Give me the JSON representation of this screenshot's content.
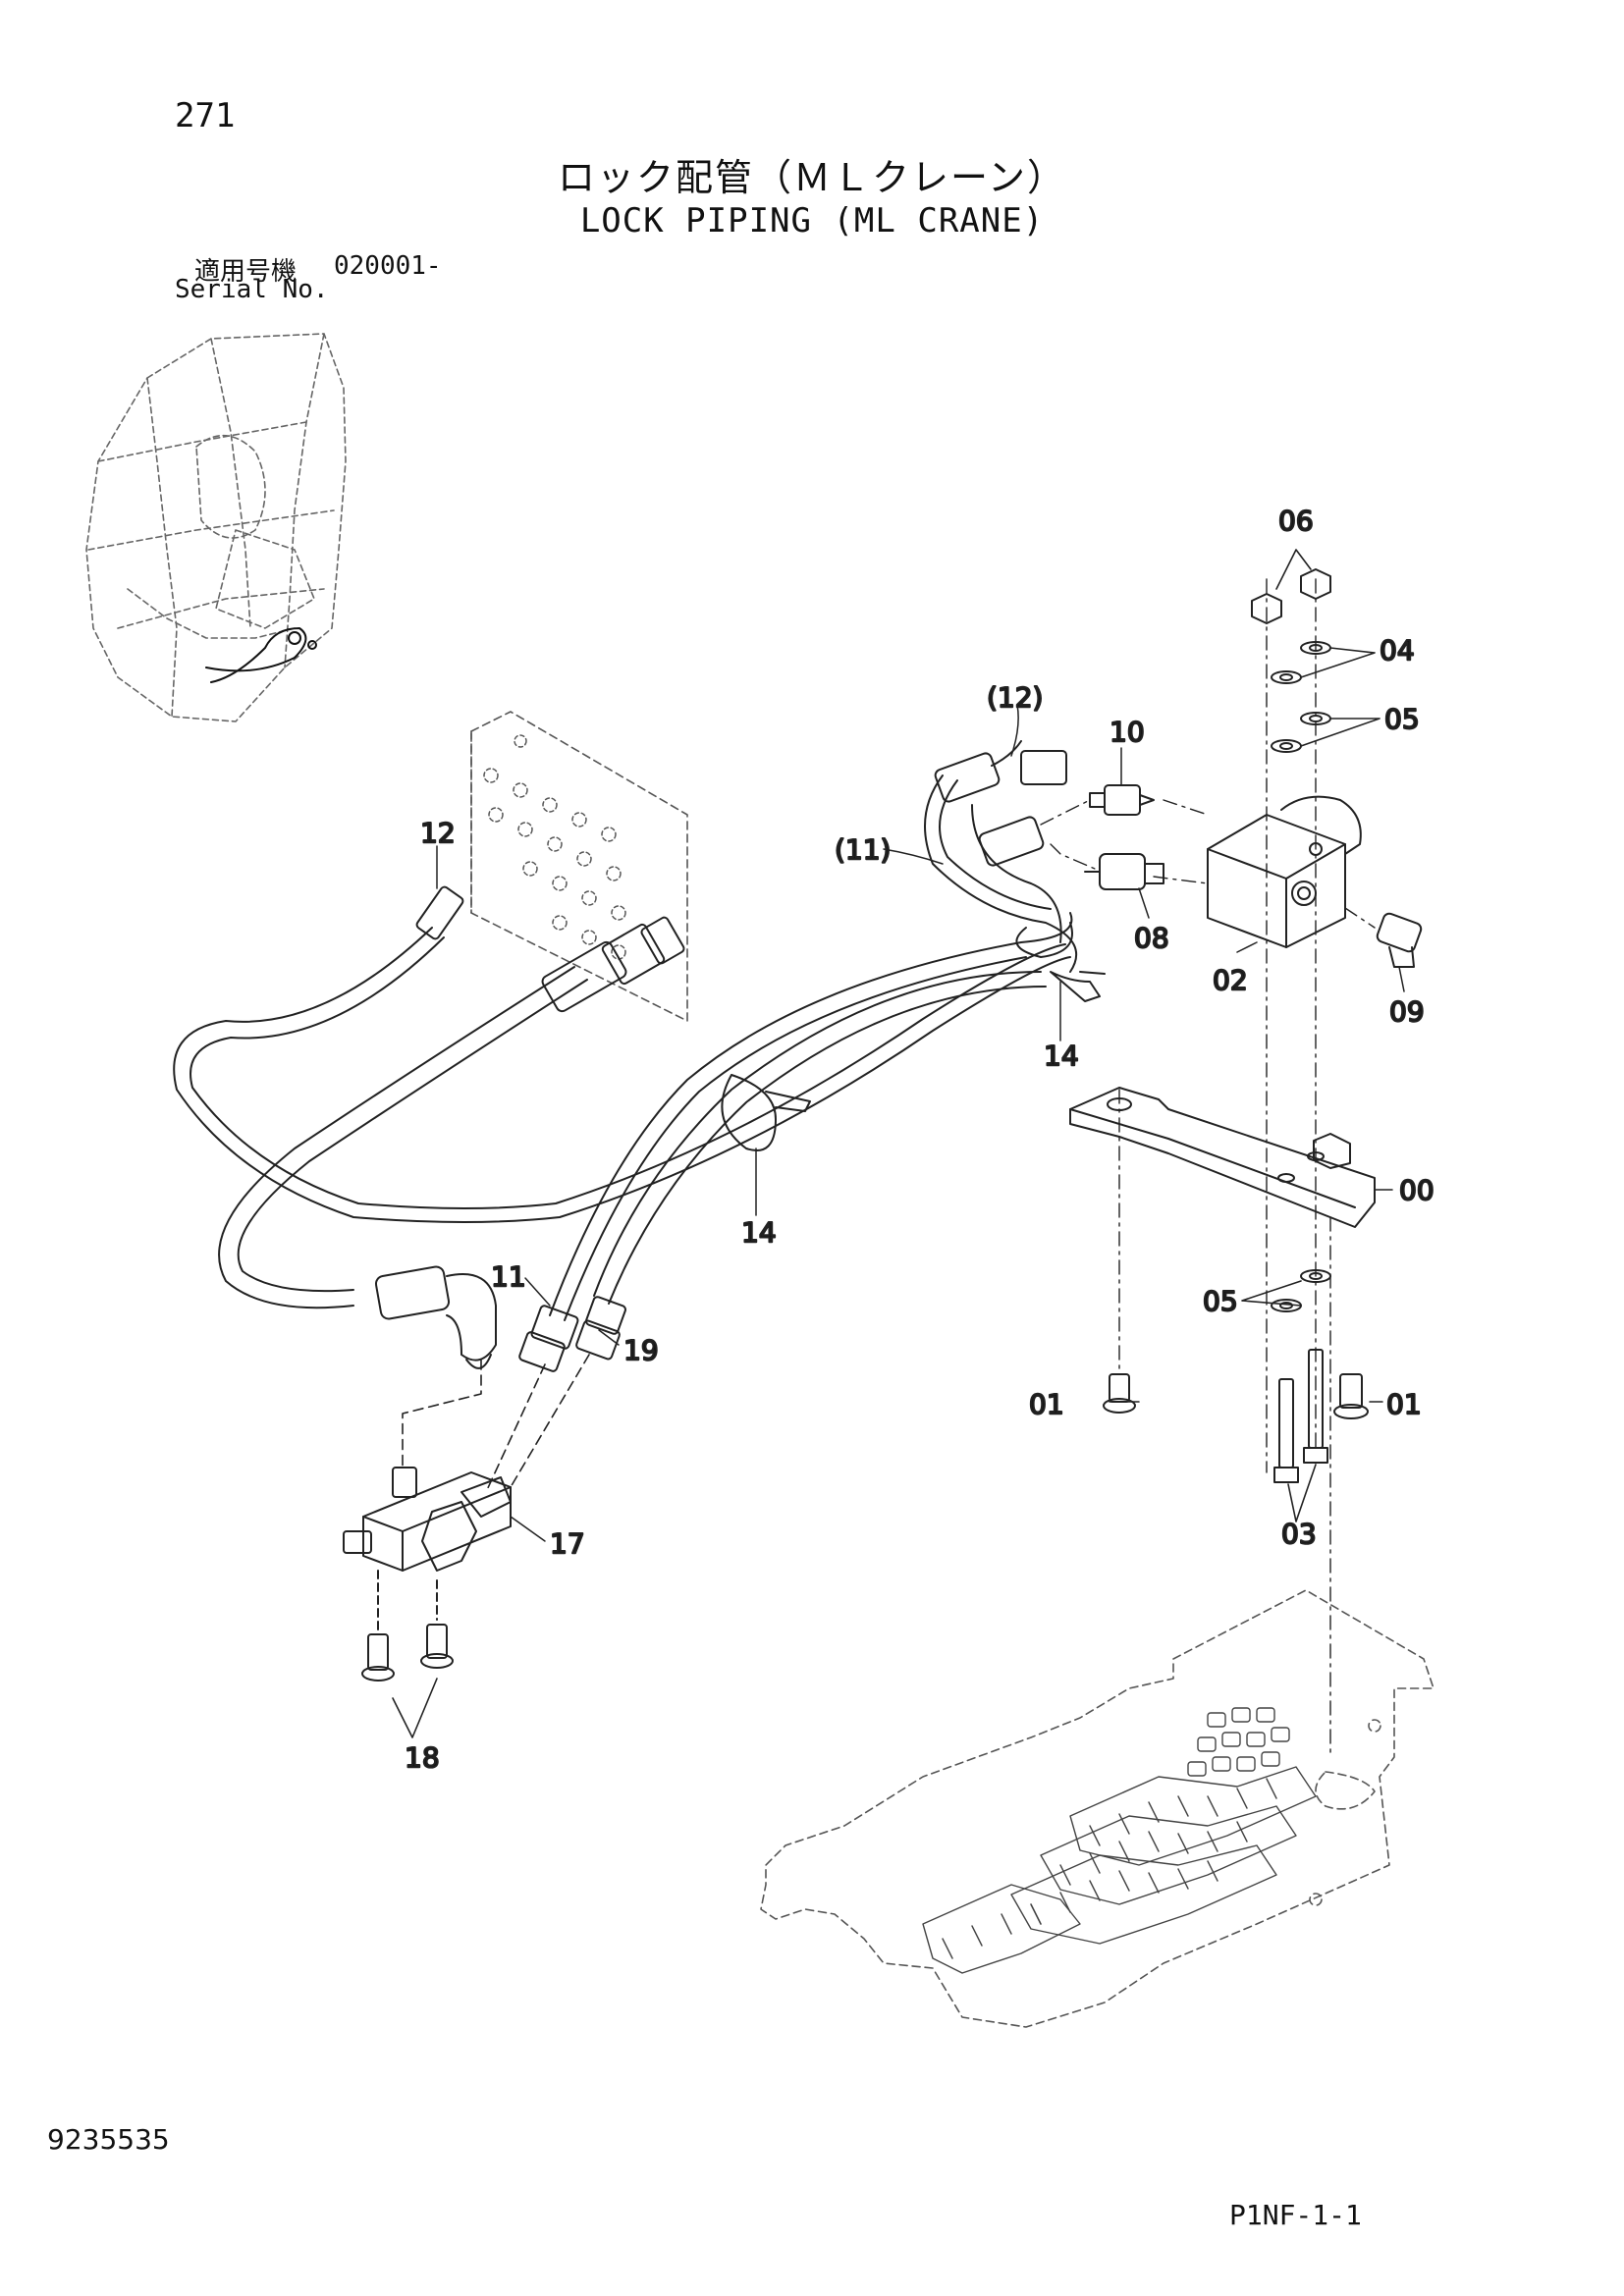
{
  "page_number": "271",
  "title_jp": "ロック配管（ＭＬクレーン）",
  "title_en": "LOCK PIPING (ML CRANE)",
  "serial": {
    "label_jp": "適用号機",
    "value": "020001-",
    "label_en": "Serial No."
  },
  "callouts": {
    "c06": "06",
    "c04": "04",
    "c05a": "05",
    "c12p": "(12)",
    "c10": "10",
    "c11p": "(11)",
    "c08": "08",
    "c02": "02",
    "c09": "09",
    "c12": "12",
    "c14a": "14",
    "c14b": "14",
    "c00": "00",
    "c11": "11",
    "c19": "19",
    "c05b": "05",
    "c01a": "01",
    "c01b": "01",
    "c03": "03",
    "c17": "17",
    "c18": "18"
  },
  "document_number": "9235535",
  "sheet_code": "P1NF-1-1"
}
